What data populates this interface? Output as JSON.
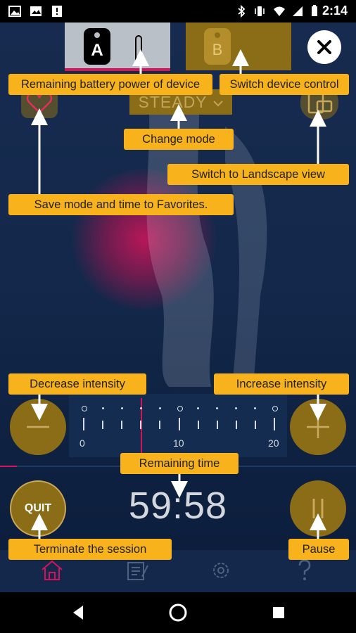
{
  "status_bar": {
    "time": "2:14"
  },
  "devices": {
    "tab_a": "A",
    "tab_b": "B"
  },
  "mode": {
    "label": "STEADY"
  },
  "intensity": {
    "min": 0,
    "max": 20,
    "ticks": [
      "0",
      "10",
      "20"
    ],
    "value": 6
  },
  "timer": {
    "remaining": "59:58"
  },
  "buttons": {
    "quit": "QUIT"
  },
  "callouts": {
    "battery": "Remaining battery power of device",
    "switch_device": "Switch device control",
    "change_mode": "Change mode",
    "landscape": "Switch to Landscape view",
    "favorites": "Save mode and time to Favorites.",
    "decrease": "Decrease intensity",
    "increase": "Increase intensity",
    "remaining_time": "Remaining time",
    "terminate": "Terminate the session",
    "pause": "Pause"
  },
  "colors": {
    "accent": "#f7b21c",
    "gold": "#8b6d17",
    "pink": "#d4145a",
    "background": "#13284b"
  }
}
